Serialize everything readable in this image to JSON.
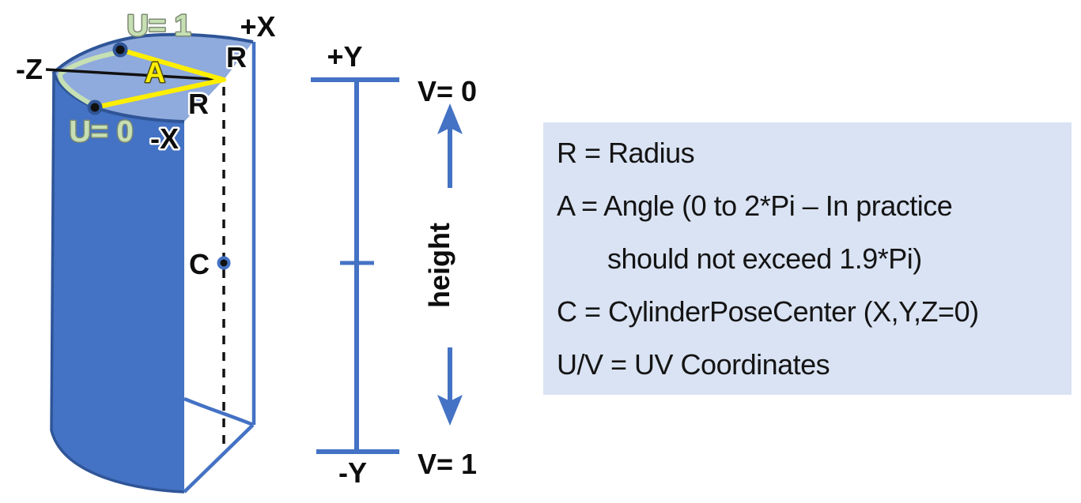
{
  "cylinder": {
    "labels": {
      "u1": "U= 1",
      "plus_x": "+X",
      "minus_z": "-Z",
      "r_top": "R",
      "angle": "A",
      "r_side": "R",
      "u0": "U= 0",
      "minus_x": "-X",
      "center": "C"
    }
  },
  "axis": {
    "labels": {
      "plus_y": "+Y",
      "v0": "V= 0",
      "height": "height",
      "minus_y": "-Y",
      "v1": "V= 1"
    }
  },
  "legend": {
    "lines": [
      "R = Radius",
      "A = Angle (0 to 2*Pi – In practice",
      "should not exceed 1.9*Pi)",
      "C = CylinderPoseCenter (X,Y,Z=0)",
      "U/V = UV Coordinates"
    ]
  },
  "colors": {
    "cylinder_body": "#4472C4",
    "cylinder_top": "#8FAADC",
    "outline_navy": "#2F5597",
    "seam_green": "#C6E0B4",
    "angle_yellow": "#FFEE00",
    "axis_blue": "#4472C4",
    "legend_background": "#DAE3F3"
  }
}
